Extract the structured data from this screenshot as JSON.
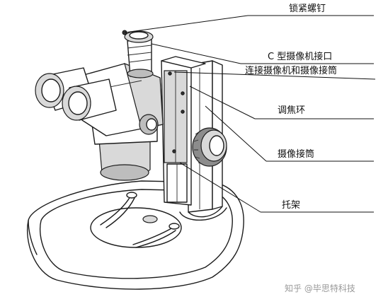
{
  "callouts": [
    {
      "id": "lock-screw",
      "text": "锁紧螺钉"
    },
    {
      "id": "c-mount",
      "lines": [
        "C 型摄像机接口",
        "连接摄像机和摄像接筒"
      ]
    },
    {
      "id": "focus-ring",
      "text": "调焦环"
    },
    {
      "id": "camera-tube",
      "text": "摄像接筒"
    },
    {
      "id": "holder",
      "text": "托架"
    }
  ],
  "watermark": "知乎 @毕思特科技"
}
